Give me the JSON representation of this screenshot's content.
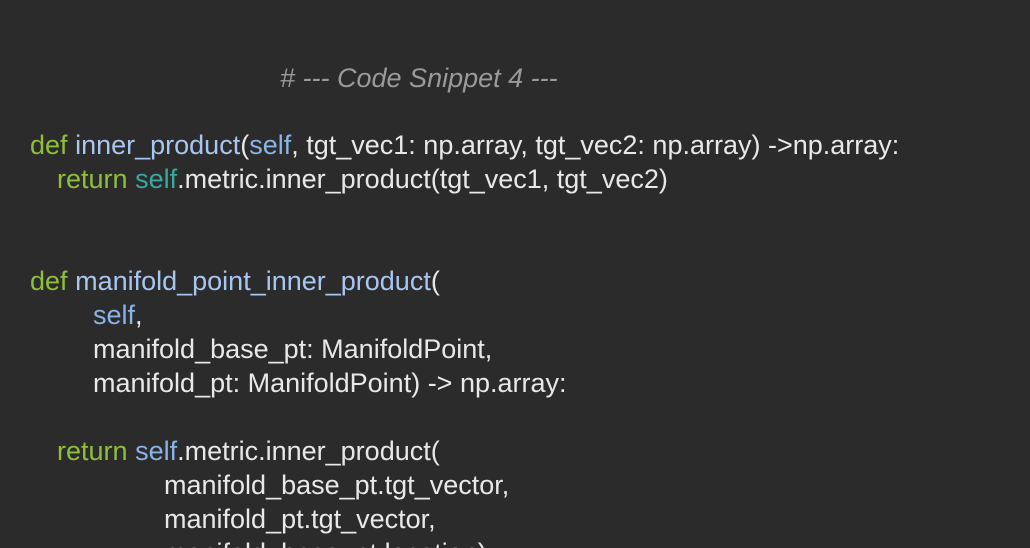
{
  "code": {
    "comment": "# --- Code Snippet 4 ---",
    "l1": {
      "kw": "def",
      "fn": "inner_product",
      "open": "(",
      "self": "self",
      "rest": ", tgt_vec1: np.array, tgt_vec2: np.array) ->np.array:"
    },
    "l2": {
      "kw": "return",
      "self": "self",
      "rest": ".metric.inner_product(tgt_vec1, tgt_vec2)"
    },
    "l3": {
      "kw": "def",
      "fn": "manifold_point_inner_product",
      "open": "("
    },
    "l4": {
      "self": "self",
      "rest": ","
    },
    "l5": "manifold_base_pt: ManifoldPoint,",
    "l6": "manifold_pt: ManifoldPoint) -> np.array:",
    "l7": {
      "kw": "return",
      "self": "self",
      "rest": ".metric.inner_product("
    },
    "l8": "manifold_base_pt.tgt_vector,",
    "l9": "manifold_pt.tgt_vector,",
    "l10": "manifold_base_pt.location)"
  },
  "colors": {
    "background": "#2b2b2b",
    "keyword": "#8fbf3a",
    "function_name": "#a9c6f0",
    "self": "#8ab4e6",
    "self_alt": "#3aa8a0",
    "comment": "#9a9a9a",
    "text": "#e8e8e8"
  }
}
